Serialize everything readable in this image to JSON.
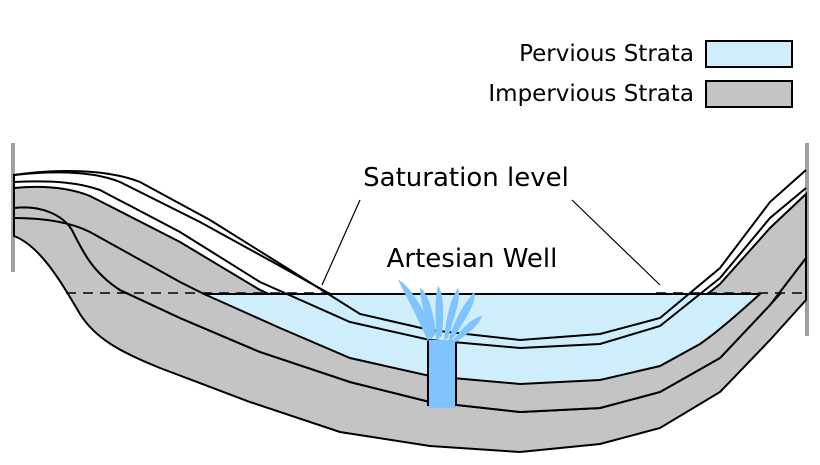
{
  "legend": {
    "items": [
      {
        "label": "Pervious Strata",
        "color": "#cfeefc"
      },
      {
        "label": "Impervious Strata",
        "color": "#c4c4c4"
      }
    ]
  },
  "labels": {
    "saturation_level": "Saturation level",
    "artesian_well": "Artesian Well"
  },
  "colors": {
    "aquifer": "#80c4ff",
    "water_jet": "#80c4ff",
    "outline": "#000000",
    "wall": "#a0a0a0"
  }
}
